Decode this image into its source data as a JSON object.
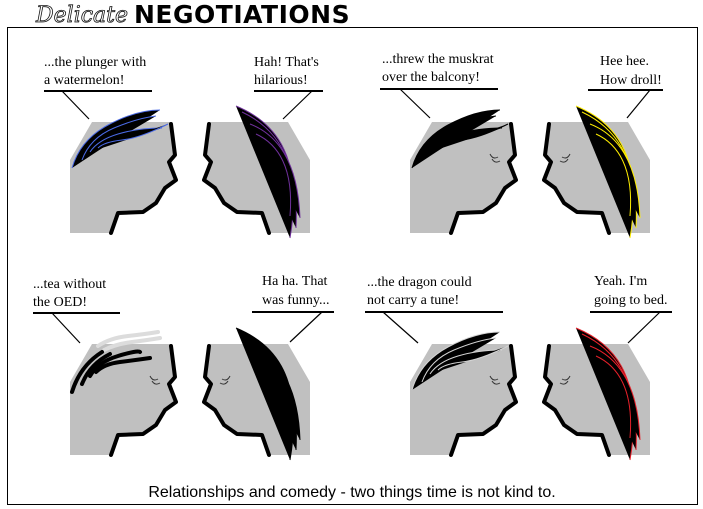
{
  "title": {
    "script": "Delicate",
    "main": "NEGOTIATIONS"
  },
  "panels": [
    {
      "lines": [
        "...the plunger with",
        "a watermelon!"
      ],
      "hair_color": "#4a6ae6"
    },
    {
      "lines": [
        "Hah! That's",
        "hilarious!"
      ],
      "hair_color": "#70309c"
    },
    {
      "lines": [
        "...threw the muskrat",
        "over the balcony!"
      ],
      "hair_color": "#000000"
    },
    {
      "lines": [
        "Hee hee.",
        "How droll!"
      ],
      "hair_color": "#ffee00"
    },
    {
      "lines": [
        "...tea without",
        "the OED!"
      ],
      "hair_color": "#000000",
      "hair_color_top": "#dcdcdc"
    },
    {
      "lines": [
        "Ha ha. That",
        "was funny..."
      ],
      "hair_color": "#000000"
    },
    {
      "lines": [
        "...the dragon could",
        "not carry a tune!"
      ],
      "hair_color": "#d4d4d4"
    },
    {
      "lines": [
        "Yeah. I'm",
        "going to bed."
      ],
      "hair_color": "#e8202a"
    }
  ],
  "caption": "Relationships and comedy - two things time is not kind to."
}
